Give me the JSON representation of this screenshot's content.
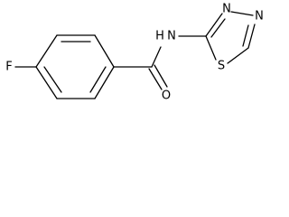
{
  "structure": {
    "atoms": {
      "fluorine": "F",
      "amide_nitrogen": "N",
      "amide_hydrogen": "H",
      "carbonyl_oxygen": "O",
      "ring_sulfur": "S",
      "ring_nitrogen_1": "N",
      "ring_nitrogen_2": "N"
    },
    "colors": {
      "bond": "#000000",
      "label": "#000000",
      "background": "#ffffff"
    }
  }
}
